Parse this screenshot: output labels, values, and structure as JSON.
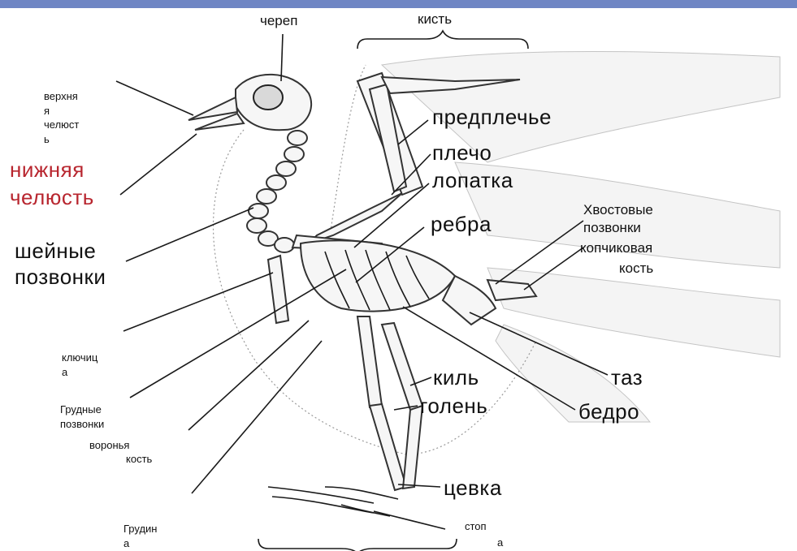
{
  "labels": {
    "skull": "череп",
    "hand": "кисть",
    "upper_jaw_1": "верхня",
    "upper_jaw_2": "я",
    "upper_jaw_3": "челюст",
    "upper_jaw_4": "ь",
    "lower_jaw_1": "нижняя",
    "lower_jaw_2": "челюсть",
    "cervical_1": "шейные",
    "cervical_2": "позвонки",
    "forearm": "предплечье",
    "shoulder": "плечо",
    "scapula": "лопатка",
    "ribs": "ребра",
    "tail_vert_1": "Хвостовые",
    "tail_vert_2": "позвонки",
    "pygostyle_1": "копчиковая",
    "pygostyle_2": "кость",
    "clavicle_1": "ключиц",
    "clavicle_2": "а",
    "thoracic_1": "Грудные",
    "thoracic_2": "позвонки",
    "coracoid_1": "воронья",
    "coracoid_2": "кость",
    "sternum_1": "Грудин",
    "sternum_2": "а",
    "keel": "киль",
    "pelvis": "таз",
    "shin": "голень",
    "femur": "бедро",
    "tarsus": "цевка",
    "foot_1": "стоп",
    "foot_2": "а"
  }
}
